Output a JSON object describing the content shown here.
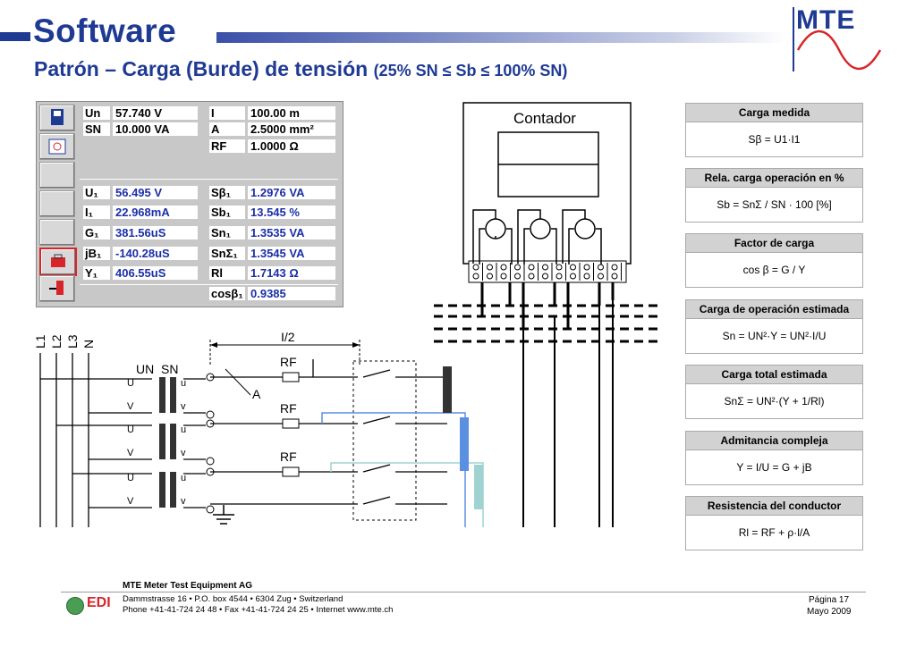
{
  "header": {
    "title": "Software",
    "subtitle_main": "Patrón – Carga (Burde) de tensión",
    "subtitle_range": "(25% SN ≤ Sb ≤ 100% SN)",
    "logo": "MTE"
  },
  "software_panel": {
    "rows": [
      {
        "l1": "Un",
        "v1": "57.740  V",
        "l2": "I",
        "v2": "100.00  m"
      },
      {
        "l1": "SN",
        "v1": "10.000  VA",
        "l2": "A",
        "v2": "2.5000  mm²"
      },
      {
        "l1": "",
        "v1": "",
        "l2": "RF",
        "v2": "1.0000  Ω"
      },
      {
        "l1": "U₁",
        "v1": "56.495  V",
        "l2": "Sβ₁",
        "v2": "1.2976  VA"
      },
      {
        "l1": "I₁",
        "v1": "22.968mA",
        "l2": "Sb₁",
        "v2": "13.545  %"
      },
      {
        "l1": "G₁",
        "v1": "381.56uS",
        "l2": "Sn₁",
        "v2": "1.3535  VA"
      },
      {
        "l1": "jB₁",
        "v1": "-140.28uS",
        "l2": "SnΣ₁",
        "v2": "1.3545  VA"
      },
      {
        "l1": "Y₁",
        "v1": "406.55uS",
        "l2": "Rl",
        "v2": "1.7143  Ω"
      },
      {
        "l1": "",
        "v1": "",
        "l2": "cosβ₁",
        "v2": "0.9385"
      }
    ],
    "toolbar": [
      "save-icon",
      "meter-icon",
      "blank",
      "blank",
      "blank",
      "toolbox-icon",
      "exit-icon"
    ]
  },
  "diagram": {
    "meter_label": "Contador",
    "lines": [
      "L1",
      "L2",
      "L3",
      "N"
    ],
    "half_length": "I/2",
    "transformer_primary": "UN",
    "transformer_secondary": "SN",
    "area_label": "A",
    "resistor_label": "RF",
    "terminal_U": "U",
    "terminal_V": "V",
    "terminal_u": "u",
    "terminal_v": "v"
  },
  "formulas": [
    {
      "title": "Carga medida",
      "expr": "Sβ = U1·I1"
    },
    {
      "title": "Rela. carga operación en %",
      "expr": "Sb = SnΣ / SN · 100 [%]"
    },
    {
      "title": "Factor de carga",
      "expr": "cos β = G / Y"
    },
    {
      "title": "Carga de operación estimada",
      "expr": "Sn = UN²·Y = UN²·I/U"
    },
    {
      "title": "Carga total estimada",
      "expr": "SnΣ = UN²·(Y + 1/Rl)"
    },
    {
      "title": "Admitancia compleja",
      "expr": "Y = I/U = G + jB"
    },
    {
      "title": "Resistencia del conductor",
      "expr": "Rl = RF + ρ·l/A"
    }
  ],
  "footer": {
    "company": "MTE Meter Test Equipment AG",
    "address": "Dammstrasse 16 • P.O. box 4544 • 6304 Zug • Switzerland",
    "contact": "Phone +41-41-724 24 48 • Fax +41-41-724 24 25 • Internet www.mte.ch",
    "page": "Página 17",
    "date": "Mayo 2009",
    "edi_logo": "EDI"
  },
  "colors": {
    "brand_blue": "#1f3a93",
    "value_blue": "#1a2fa8",
    "probe_blue": "#5b8fe0",
    "probe_teal": "#9fd2d0"
  }
}
